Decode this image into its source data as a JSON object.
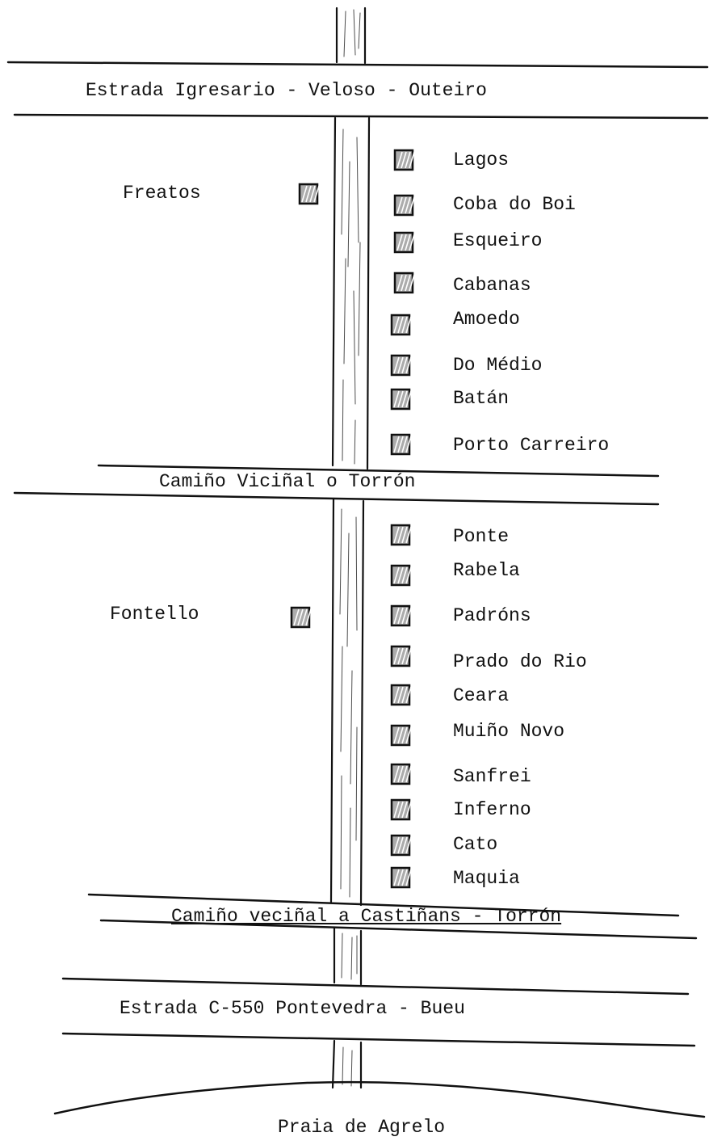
{
  "roads": {
    "top": "Estrada Igresario - Veloso - Outeiro",
    "middle": "Camiño Viciñal o Torrón",
    "lower": "Camiño veciñal a Castiñans  - Torrón",
    "bottom": "Estrada C-550 Pontevedra - Bueu"
  },
  "beach": "Praia de Agrelo",
  "zones": {
    "upper": {
      "name": "Freatos"
    },
    "lower": {
      "name": "Fontello"
    }
  },
  "upper_places": [
    "Lagos",
    "Coba do Boi",
    "Esqueiro",
    "Cabanas",
    "Amoedo",
    "Do Médio",
    "Batán",
    "Porto Carreiro"
  ],
  "lower_places": [
    "Ponte",
    "Rabela",
    "Padróns",
    "Prado do Rio",
    "Ceara",
    "Muiño Novo",
    "Sanfrei",
    "Inferno",
    "Cato",
    "Maquia"
  ],
  "colors": {
    "ink": "#111111",
    "paper": "#ffffff"
  }
}
